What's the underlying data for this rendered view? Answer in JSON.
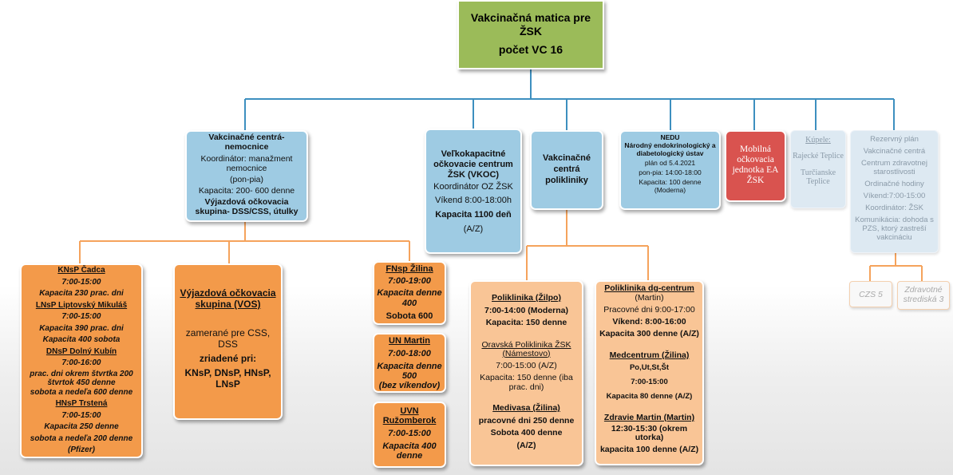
{
  "root": {
    "title": "Vakcinačná matica pre ŽSK",
    "subtitle": "počet VC 16"
  },
  "colors": {
    "root_fill": "#9bbb59",
    "blue_fill": "#9ecbe3",
    "orange_fill": "#f39a4a",
    "light_orange_fill": "#f9c596",
    "red_fill": "#d9534f",
    "blue_line": "#3d8fbf",
    "orange_line": "#f5a35c"
  },
  "nemocnice": {
    "lines": [
      "Vakcinačné centrá-nemocnice",
      "Koordinátor: manažment nemocnice",
      "(pon-pia)",
      "Kapacita: 200- 600 denne",
      "Výjazdová očkovacia skupina- DSS/CSS, útulky"
    ]
  },
  "vkoc": {
    "lines": [
      "Veľkokapacitné očkovacie centrum ŽSK (VKOC)",
      "Koordinátor OZ ŽSK",
      "Víkend 8:00-18:00h",
      "Kapacita 1100 deň",
      "(A/Z)"
    ]
  },
  "poliklinik": {
    "lines": [
      "Vakcinačné centrá polikliniky"
    ]
  },
  "nedu": {
    "lines": [
      "NEDU",
      "Národný endokrinologický a diabetologický ústav",
      "plán od 5.4.2021",
      "pon-pia: 14:00-18:00",
      "Kapacita: 100 denne (Moderna)"
    ]
  },
  "mobilna": {
    "lines": [
      "Mobilná očkovacia jednotka EA ŽSK"
    ]
  },
  "kupele": {
    "lines": [
      "Kúpele:",
      "Rajecké Teplice",
      "Turčianske Teplice"
    ]
  },
  "rezervny": {
    "lines": [
      "Rezervný plán",
      "Vakcinačné centrá",
      "Centrum zdravotnej starostlivosti",
      "Ordinačné hodiny",
      "Víkend:7:00-15:00",
      "Koordinátor: ŽSK",
      "Komunikácia: dohoda s PZS, ktorý zastreší vakcináciu"
    ]
  },
  "hospitals": {
    "lines": [
      "KNsP Čadca",
      "7:00-15:00",
      "Kapacita 230 prac. dni",
      "LNsP Liptovský Mikuláš",
      "7:00-15:00",
      "Kapacita 390 prac. dni",
      "Kapacita 400 sobota",
      "DNsP Dolný Kubín",
      "7:00-16:00",
      "prac. dni okrem štvrtka 200 štvrtok 450 denne",
      "sobota a nedeľa 600 denne",
      "HNsP Trstená",
      "7:00-15:00",
      "Kapacita 250 denne",
      "sobota a nedeľa 200 denne",
      "(Pfizer)"
    ]
  },
  "vos": {
    "lines": [
      "Výjazdová očkovacia skupina (VOS)",
      "zamerané pre CSS, DSS",
      "zriadené pri:",
      "KNsP, DNsP, HNsP, LNsP"
    ]
  },
  "fnsp": {
    "lines": [
      "FNsp Žilina",
      "7:00-19:00",
      "Kapacita denne 400",
      "Sobota 600"
    ]
  },
  "unmartin": {
    "lines": [
      "UN Martin",
      "7:00-18:00",
      "Kapacita denne 500",
      "(bez víkendov)"
    ]
  },
  "uvn": {
    "lines": [
      "UVN Ružomberok",
      "7:00-15:00",
      "Kapacita 400 denne"
    ]
  },
  "poli_left": {
    "lines": [
      "Poliklinika (Žilpo)",
      "7:00-14:00 (Moderna)",
      "Kapacita: 150 denne",
      "Oravská Poliklinika ŽSK (Námestovo)",
      "7:00-15:00 (A/Z)",
      "Kapacita: 150 denne (iba prac. dni)",
      "Medivasa (Žilina)",
      "pracovné dni 250 denne",
      "Sobota 400 denne",
      "(A/Z)"
    ]
  },
  "poli_right": {
    "lines": [
      "Poliklinika dg-centrum",
      "(Martin)",
      "Pracovné dni 9:00-17:00",
      "Víkend: 8:00-16:00",
      "Kapacita 300 denne (A/Z)",
      "Medcentrum (Žilina)",
      "Po,Ut,St,Št",
      "7:00-15:00",
      "Kapacita 80 denne (A/Z)",
      "Zdravie Martin (Martin)",
      "12:30-15:30 (okrem utorka)",
      "kapacita 100 denne (A/Z)"
    ]
  },
  "czs5": {
    "label": "CZS 5"
  },
  "strediska": {
    "label": "Zdravotné strediská 3"
  }
}
